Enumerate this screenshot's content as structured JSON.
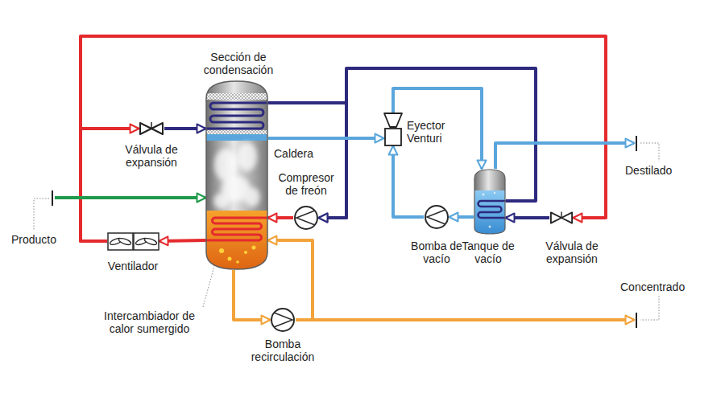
{
  "diagram": {
    "nodes": [
      {
        "text": [
          "Sección de condensación",
          "Caldera"
        ]
      },
      {
        "text": [
          "Válvula de expansión"
        ]
      },
      {
        "text": [
          "Compresor de freón"
        ]
      },
      {
        "text": [
          "Ventilador"
        ]
      },
      {
        "text": [
          "Bomba recirculación"
        ]
      },
      {
        "text": [
          "Eyector Venturi"
        ]
      },
      {
        "text": [
          "Bomba de vacío"
        ]
      },
      {
        "text": [
          "Tanque de vacío"
        ]
      },
      {
        "text": [
          "Válvula de expansión"
        ]
      },
      {
        "text": [
          "Producto"
        ]
      },
      {
        "text": [
          "Destilado"
        ]
      },
      {
        "text": [
          "Concentrado"
        ]
      }
    ],
    "edges": [
      {
        "from": 2,
        "to": 0,
        "arrow": "to"
      },
      {
        "from": 0,
        "to": 3,
        "arrow": "to"
      },
      {
        "from": 3,
        "to": 1,
        "arrow": "to"
      },
      {
        "from": 3,
        "to": 8,
        "arrow": "to"
      },
      {
        "from": 1,
        "to": 0,
        "arrow": "to"
      },
      {
        "from": 0,
        "to": 2,
        "arrow": "to"
      },
      {
        "from": 8,
        "to": 7,
        "arrow": "to"
      },
      {
        "from": 7,
        "to": 2,
        "arrow": "to"
      },
      {
        "from": 0,
        "to": 5,
        "arrow": "to"
      },
      {
        "from": 5,
        "to": 7,
        "arrow": "to"
      },
      {
        "from": 7,
        "to": 6,
        "arrow": "to"
      },
      {
        "from": 6,
        "to": 5,
        "arrow": "to"
      },
      {
        "from": 7,
        "to": 10,
        "arrow": "to"
      },
      {
        "from": 9,
        "to": 0,
        "arrow": "to"
      },
      {
        "from": 0,
        "to": 4,
        "arrow": "to"
      },
      {
        "from": 4,
        "to": 11,
        "arrow": "to"
      },
      {
        "from": 4,
        "to": 0,
        "arrow": "to"
      }
    ],
    "labels": [
      "Intercambiador de calor sumergido"
    ]
  }
}
